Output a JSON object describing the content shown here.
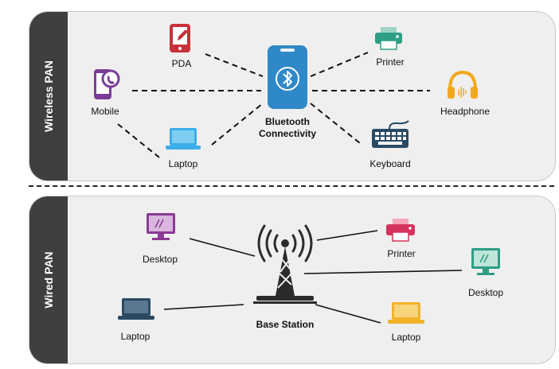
{
  "wireless": {
    "side_label": "Wireless PAN",
    "hub_label_line1": "Bluetooth",
    "hub_label_line2": "Connectivity",
    "devices": {
      "pda": "PDA",
      "printer": "Printer",
      "mobile": "Mobile",
      "headphone": "Headphone",
      "laptop": "Laptop",
      "keyboard": "Keyboard"
    }
  },
  "wired": {
    "side_label": "Wired PAN",
    "hub_label": "Base Station",
    "devices": {
      "desktop_left": "Desktop",
      "printer": "Printer",
      "desktop_right": "Desktop",
      "laptop_left": "Laptop",
      "laptop_right": "Laptop"
    }
  },
  "colors": {
    "pda": "#c8303a",
    "printer_wireless": "#2e9e85",
    "mobile": "#7a3d97",
    "headphone": "#f2a81d",
    "laptop_wireless": "#3aaee8",
    "keyboard": "#2a4a63",
    "bluetooth": "#2f88c8",
    "desktop_left": "#8a3a93",
    "printer_wired": "#d6335c",
    "desktop_right": "#2e9e85",
    "laptop_wired_left": "#2a4a63",
    "laptop_wired_right": "#f2b32a",
    "tower": "#2b2b2b"
  },
  "icons": {
    "pda": "pda-icon",
    "printer": "printer-icon",
    "mobile": "mobile-phone-icon",
    "headphone": "headphone-icon",
    "laptop": "laptop-icon",
    "keyboard": "keyboard-icon",
    "bluetooth": "bluetooth-icon",
    "desktop": "desktop-icon",
    "tower": "cell-tower-icon"
  }
}
